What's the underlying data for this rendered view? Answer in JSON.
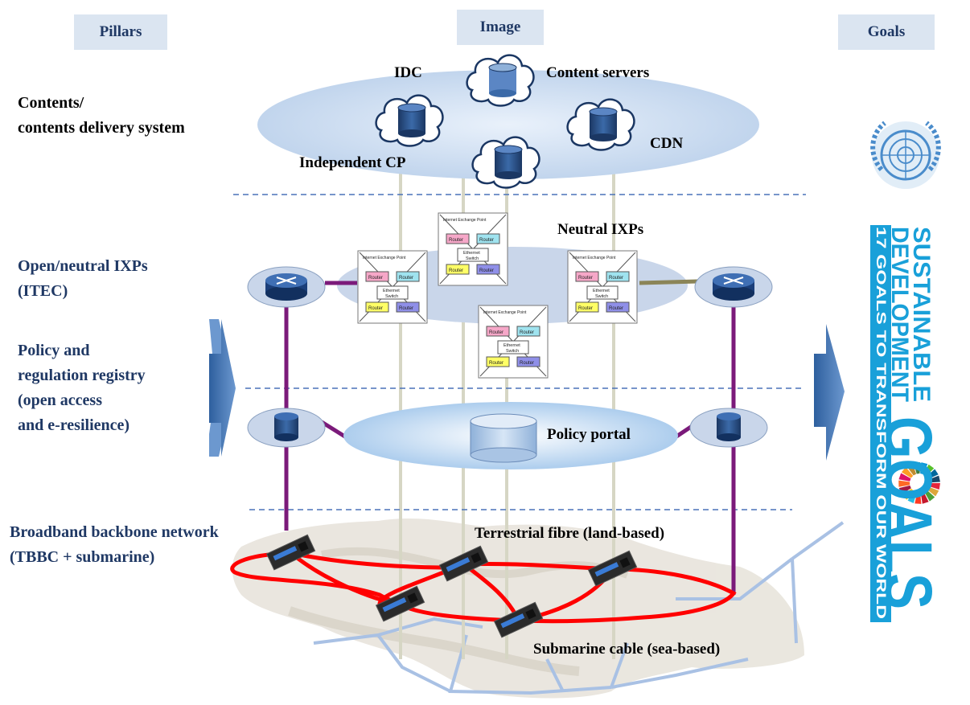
{
  "headers": {
    "pillars": "Pillars",
    "image": "Image",
    "goals": "Goals"
  },
  "pillars": [
    {
      "lines": [
        "Contents/",
        "contents delivery system"
      ]
    },
    {
      "lines": [
        "Open/neutral IXPs",
        "(ITEC)"
      ]
    },
    {
      "lines": [
        "Policy and",
        "regulation registry",
        "(open access",
        "and e-resilience)"
      ]
    },
    {
      "lines": [
        "Broadband backbone network",
        "(TBBC + submarine)"
      ]
    }
  ],
  "content_labels": {
    "idc": "IDC",
    "content_servers": "Content servers",
    "cdn": "CDN",
    "independent_cp": "Independent CP"
  },
  "ixp": {
    "label": "Neutral IXPs",
    "box_title": "Internet Exchange Point",
    "router": "Router",
    "switch_line1": "Ethernet",
    "switch_line2": "Switch"
  },
  "policy_portal": "Policy portal",
  "network_labels": {
    "terrestrial": "Terrestrial fibre (land-based)",
    "submarine": "Submarine cable (sea-based)"
  },
  "sdg": {
    "line1": "SUSTAINABLE",
    "line2": "DEVELOPMENT",
    "goals_word": "GOALS",
    "tagline": "17 GOALS TO TRANSFORM OUR WORLD"
  },
  "colors": {
    "header_bg": "#dbe5f1",
    "navy_text": "#1f3864",
    "cable_red": "#ff0000",
    "link_purple": "#7b1a7a",
    "sdg_blue": "#19a0d9"
  }
}
